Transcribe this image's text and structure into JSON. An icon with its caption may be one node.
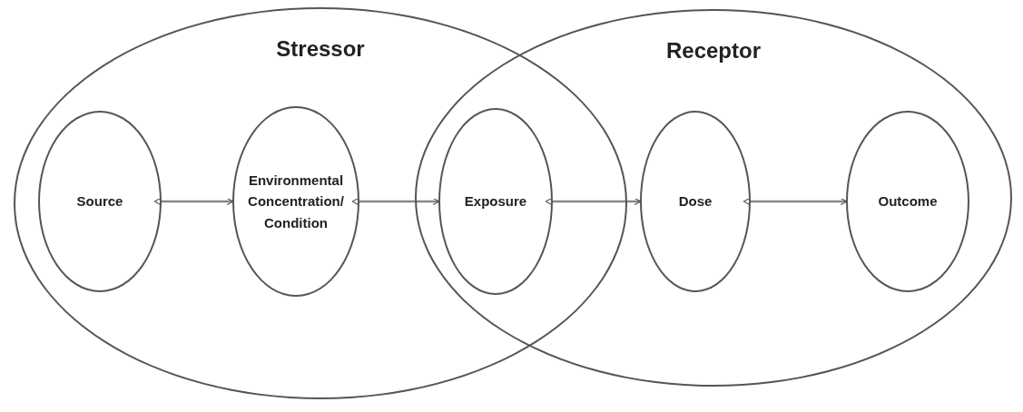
{
  "diagram": {
    "nodes": [
      {
        "text": [
          "Stressor"
        ]
      },
      {
        "text": [
          "Receptor"
        ]
      },
      {
        "text": [
          "Source"
        ],
        "in": 0
      },
      {
        "text": [
          "Environmental Concentration/ Condition"
        ],
        "in": 0
      },
      {
        "text": [
          "Exposure"
        ]
      },
      {
        "text": [
          "Dose"
        ],
        "in": 1
      },
      {
        "text": [
          "Outcome"
        ],
        "in": 1
      }
    ],
    "edges": [
      {
        "from": 2,
        "to": 3,
        "arrow": "both"
      },
      {
        "from": 3,
        "to": 4,
        "arrow": "both"
      },
      {
        "from": 4,
        "to": 5,
        "arrow": "both"
      },
      {
        "from": 5,
        "to": 6,
        "arrow": "both"
      }
    ]
  }
}
